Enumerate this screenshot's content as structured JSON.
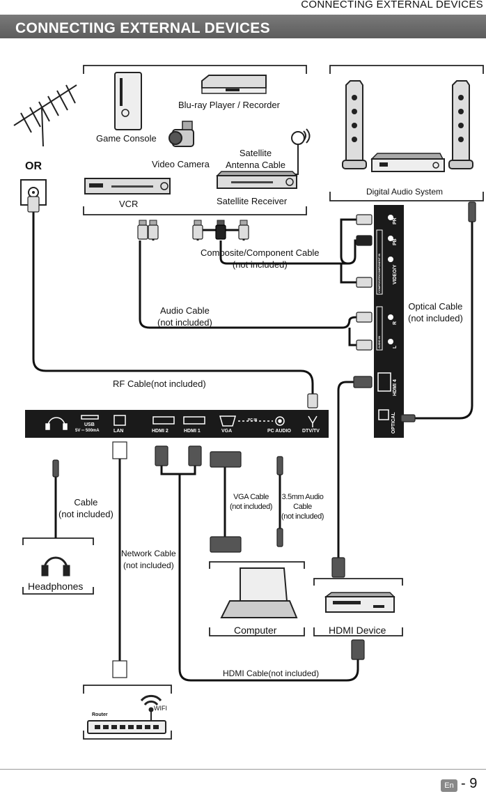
{
  "header": {
    "section_title": "CONNECTING EXTERNAL DEVICES",
    "banner_title": "CONNECTING EXTERNAL DEVICES"
  },
  "antenna": {
    "or_label": "OR"
  },
  "devices": {
    "bluray": "Blu-ray Player / Recorder",
    "game_console": "Game Console",
    "video_camera": "Video Camera",
    "satellite_cable": "Satellite\nAntenna Cable",
    "vcr": "VCR",
    "satellite_receiver": "Satellite Receiver",
    "digital_audio": "Digital Audio System",
    "headphones": "Headphones",
    "computer": "Computer",
    "hdmi_device": "HDMI Device",
    "router": "Router",
    "wifi": "WIFI"
  },
  "cables": {
    "composite": "Composite/Component Cable\n(not included)",
    "audio": "Audio Cable\n(not included)",
    "optical": "Optical Cable\n(not included)",
    "rf": "RF Cable(not included)",
    "headphone_cable": "Cable\n(not included)",
    "network": "Network Cable\n(not included)",
    "vga": "VGA Cable\n(not included)",
    "audio35": "3.5mm Audio\nCable\n(not included)",
    "hdmi": "HDMI Cable(not included)"
  },
  "tv_ports": {
    "usb": "USB",
    "usb_rating": "5V ═ 500mA",
    "lan": "LAN",
    "hdmi2": "HDMI 2",
    "hdmi1": "HDMI 1",
    "vga": "VGA",
    "pc_in": "PC IN",
    "pc_audio": "PC AUDIO",
    "dtv": "DTV/TV",
    "side_pr": "PR",
    "side_pb": "PB",
    "side_video": "VIDEO/Y",
    "side_component": "COMPOSITE/COMPONENT IN",
    "side_r": "R",
    "side_l": "L",
    "side_audio_in": "AUDIO IN",
    "side_hdmi4": "HDMI 4",
    "side_optical": "OPTICAL"
  },
  "footer": {
    "lang": "En",
    "page": "- 9"
  }
}
